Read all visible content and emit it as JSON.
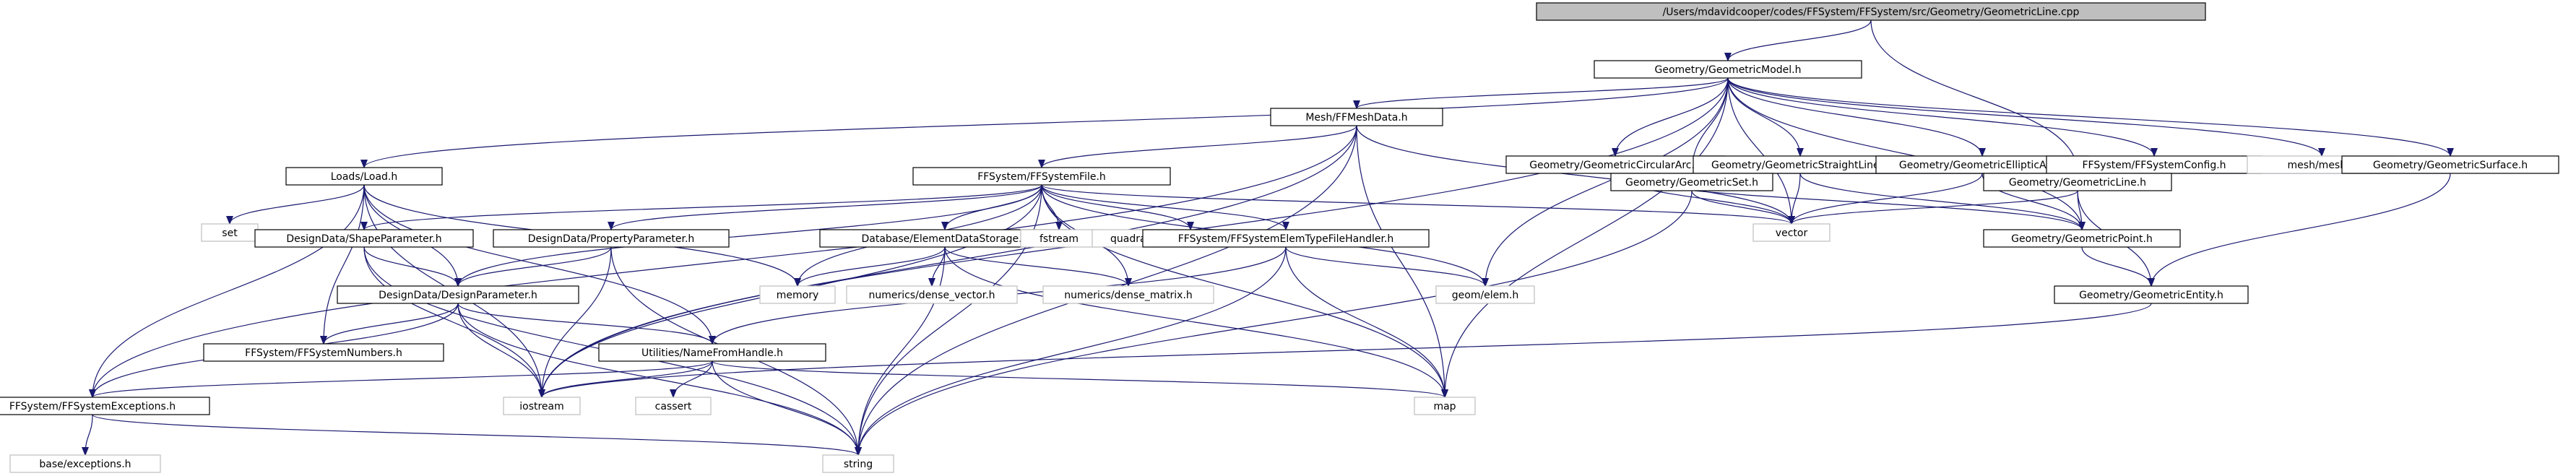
{
  "nodes": {
    "geometric_line": {
      "label": "/Users/mdavidcooper/codes/FFSystem/FFSystem/src/Geometry/GeometricLine.cpp",
      "root": true,
      "ext": false
    },
    "geometric_model": {
      "label": "Geometry/GeometricModel.h",
      "ext": false
    },
    "mesh_ffmeshdata": {
      "label": "Mesh/FFMeshData.h",
      "ext": false
    },
    "geometric_circular_arc": {
      "label": "Geometry/GeometricCircularArc.h",
      "ext": false
    },
    "geometric_straight_line": {
      "label": "Geometry/GeometricStraightLine.h",
      "ext": false
    },
    "geometric_elliptic_arc": {
      "label": "Geometry/GeometricEllipticArc.h",
      "ext": false
    },
    "ffsystem_config": {
      "label": "FFSystem/FFSystemConfig.h",
      "ext": false
    },
    "meshmesh": {
      "label": "mesh/mesh.h",
      "ext": true
    },
    "geometric_surface": {
      "label": "Geometry/GeometricSurface.h",
      "ext": false
    },
    "loads_load": {
      "label": "Loads/Load.h",
      "ext": false
    },
    "ffsystem_file": {
      "label": "FFSystem/FFSystemFile.h",
      "ext": false
    },
    "geometric_set": {
      "label": "Geometry/GeometricSet.h",
      "ext": false
    },
    "geometric_line_h": {
      "label": "Geometry/GeometricLine.h",
      "ext": false
    },
    "set": {
      "label": "set",
      "ext": true
    },
    "vector": {
      "label": "vector",
      "ext": true
    },
    "design_shape_parameter": {
      "label": "DesignData/ShapeParameter.h",
      "ext": false
    },
    "design_property_parameter": {
      "label": "DesignData/PropertyParameter.h",
      "ext": false
    },
    "database_element_data_storage": {
      "label": "Database/ElementDataStorage.h",
      "ext": false
    },
    "fstream": {
      "label": "fstream",
      "ext": true
    },
    "quadrature": {
      "label": "quadrature/quadrature_gauss.h",
      "ext": true
    },
    "ffsystem_elem_type_file_handler": {
      "label": "FFSystem/FFSystemElemTypeFileHandler.h",
      "ext": false
    },
    "geometric_point": {
      "label": "Geometry/GeometricPoint.h",
      "ext": false
    },
    "design_design_parameter": {
      "label": "DesignData/DesignParameter.h",
      "ext": false
    },
    "memory": {
      "label": "memory",
      "ext": true
    },
    "numerics_dense_vector": {
      "label": "numerics/dense_vector.h",
      "ext": true
    },
    "numerics_dense_matrix": {
      "label": "numerics/dense_matrix.h",
      "ext": true
    },
    "geom_elem": {
      "label": "geom/elem.h",
      "ext": true
    },
    "geometric_entity": {
      "label": "Geometry/GeometricEntity.h",
      "ext": false
    },
    "ffsystem_numbers": {
      "label": "FFSystem/FFSystemNumbers.h",
      "ext": false
    },
    "utilities_name_handler": {
      "label": "Utilities/NameFromHandle.h",
      "ext": false
    },
    "ffsystem_exceptions": {
      "label": "FFSystem/FFSystemExceptions.h",
      "ext": false
    },
    "iostream": {
      "label": "iostream",
      "ext": true
    },
    "cassert": {
      "label": "cassert",
      "ext": true
    },
    "map": {
      "label": "map",
      "ext": true
    },
    "base_exceptions": {
      "label": "base/exceptions.h",
      "ext": true
    },
    "string": {
      "label": "string",
      "ext": true
    }
  },
  "edges": [
    [
      "geometric_line",
      "geometric_model"
    ],
    [
      "geometric_line",
      "geometric_line_h"
    ],
    [
      "geometric_model",
      "mesh_ffmeshdata"
    ],
    [
      "geometric_model",
      "geometric_circular_arc"
    ],
    [
      "geometric_model",
      "geometric_straight_line"
    ],
    [
      "geometric_model",
      "geometric_elliptic_arc"
    ],
    [
      "geometric_model",
      "ffsystem_config"
    ],
    [
      "geometric_model",
      "meshmesh"
    ],
    [
      "geometric_model",
      "geometric_surface"
    ],
    [
      "geometric_model",
      "loads_load"
    ],
    [
      "geometric_model",
      "geometric_set"
    ],
    [
      "geometric_model",
      "vector"
    ],
    [
      "geometric_model",
      "geom_elem"
    ],
    [
      "geometric_model",
      "map"
    ],
    [
      "geometric_model",
      "iostream"
    ],
    [
      "geometric_model",
      "geometric_point"
    ],
    [
      "mesh_ffmeshdata",
      "ffsystem_file"
    ],
    [
      "mesh_ffmeshdata",
      "vector"
    ],
    [
      "mesh_ffmeshdata",
      "map"
    ],
    [
      "mesh_ffmeshdata",
      "string"
    ],
    [
      "mesh_ffmeshdata",
      "ffsystem_exceptions"
    ],
    [
      "mesh_ffmeshdata",
      "iostream"
    ],
    [
      "geometric_circular_arc",
      "geometric_line_h"
    ],
    [
      "geometric_circular_arc",
      "geometric_point"
    ],
    [
      "geometric_circular_arc",
      "vector"
    ],
    [
      "geometric_straight_line",
      "geometric_line_h"
    ],
    [
      "geometric_straight_line",
      "geometric_point"
    ],
    [
      "geometric_straight_line",
      "vector"
    ],
    [
      "geometric_elliptic_arc",
      "geometric_line_h"
    ],
    [
      "geometric_elliptic_arc",
      "geometric_point"
    ],
    [
      "geometric_elliptic_arc",
      "vector"
    ],
    [
      "geometric_surface",
      "geometric_line_h"
    ],
    [
      "geometric_surface",
      "geometric_entity"
    ],
    [
      "loads_load",
      "set"
    ],
    [
      "loads_load",
      "design_design_parameter"
    ],
    [
      "loads_load",
      "ffsystem_numbers"
    ],
    [
      "loads_load",
      "utilities_name_handler"
    ],
    [
      "loads_load",
      "ffsystem_exceptions"
    ],
    [
      "loads_load",
      "memory"
    ],
    [
      "loads_load",
      "iostream"
    ],
    [
      "ffsystem_file",
      "design_shape_parameter"
    ],
    [
      "ffsystem_file",
      "design_property_parameter"
    ],
    [
      "ffsystem_file",
      "database_element_data_storage"
    ],
    [
      "ffsystem_file",
      "fstream"
    ],
    [
      "ffsystem_file",
      "quadrature"
    ],
    [
      "ffsystem_file",
      "ffsystem_elem_type_file_handler"
    ],
    [
      "ffsystem_file",
      "memory"
    ],
    [
      "ffsystem_file",
      "geom_elem"
    ],
    [
      "ffsystem_file",
      "vector"
    ],
    [
      "ffsystem_file",
      "map"
    ],
    [
      "ffsystem_file",
      "string"
    ],
    [
      "ffsystem_file",
      "numerics_dense_matrix"
    ],
    [
      "ffsystem_file",
      "design_design_parameter"
    ],
    [
      "ffsystem_file",
      "iostream"
    ],
    [
      "geometric_set",
      "vector"
    ],
    [
      "geometric_set",
      "string"
    ],
    [
      "geometric_line_h",
      "geometric_point"
    ],
    [
      "geometric_line_h",
      "geometric_entity"
    ],
    [
      "geometric_line_h",
      "vector"
    ],
    [
      "geometric_point",
      "geometric_entity"
    ],
    [
      "geometric_entity",
      "iostream"
    ],
    [
      "design_shape_parameter",
      "design_design_parameter"
    ],
    [
      "design_shape_parameter",
      "iostream"
    ],
    [
      "design_shape_parameter",
      "string"
    ],
    [
      "design_property_parameter",
      "design_design_parameter"
    ],
    [
      "design_property_parameter",
      "iostream"
    ],
    [
      "design_property_parameter",
      "string"
    ],
    [
      "database_element_data_storage",
      "memory"
    ],
    [
      "database_element_data_storage",
      "numerics_dense_vector"
    ],
    [
      "database_element_data_storage",
      "numerics_dense_matrix"
    ],
    [
      "database_element_data_storage",
      "map"
    ],
    [
      "database_element_data_storage",
      "string"
    ],
    [
      "ffsystem_elem_type_file_handler",
      "geom_elem"
    ],
    [
      "ffsystem_elem_type_file_handler",
      "map"
    ],
    [
      "ffsystem_elem_type_file_handler",
      "string"
    ],
    [
      "ffsystem_elem_type_file_handler",
      "utilities_name_handler"
    ],
    [
      "design_design_parameter",
      "ffsystem_numbers"
    ],
    [
      "design_design_parameter",
      "utilities_name_handler"
    ],
    [
      "design_design_parameter",
      "ffsystem_exceptions"
    ],
    [
      "design_design_parameter",
      "iostream"
    ],
    [
      "design_design_parameter",
      "string"
    ],
    [
      "utilities_name_handler",
      "ffsystem_exceptions"
    ],
    [
      "utilities_name_handler",
      "iostream"
    ],
    [
      "utilities_name_handler",
      "cassert"
    ],
    [
      "utilities_name_handler",
      "map"
    ],
    [
      "utilities_name_handler",
      "string"
    ],
    [
      "ffsystem_exceptions",
      "base_exceptions"
    ],
    [
      "ffsystem_exceptions",
      "string"
    ]
  ],
  "colors": {
    "edge": "#191970",
    "box_border": "#000000",
    "ext_border": "#bfbfbf",
    "root_fill": "#bfbfbf"
  }
}
